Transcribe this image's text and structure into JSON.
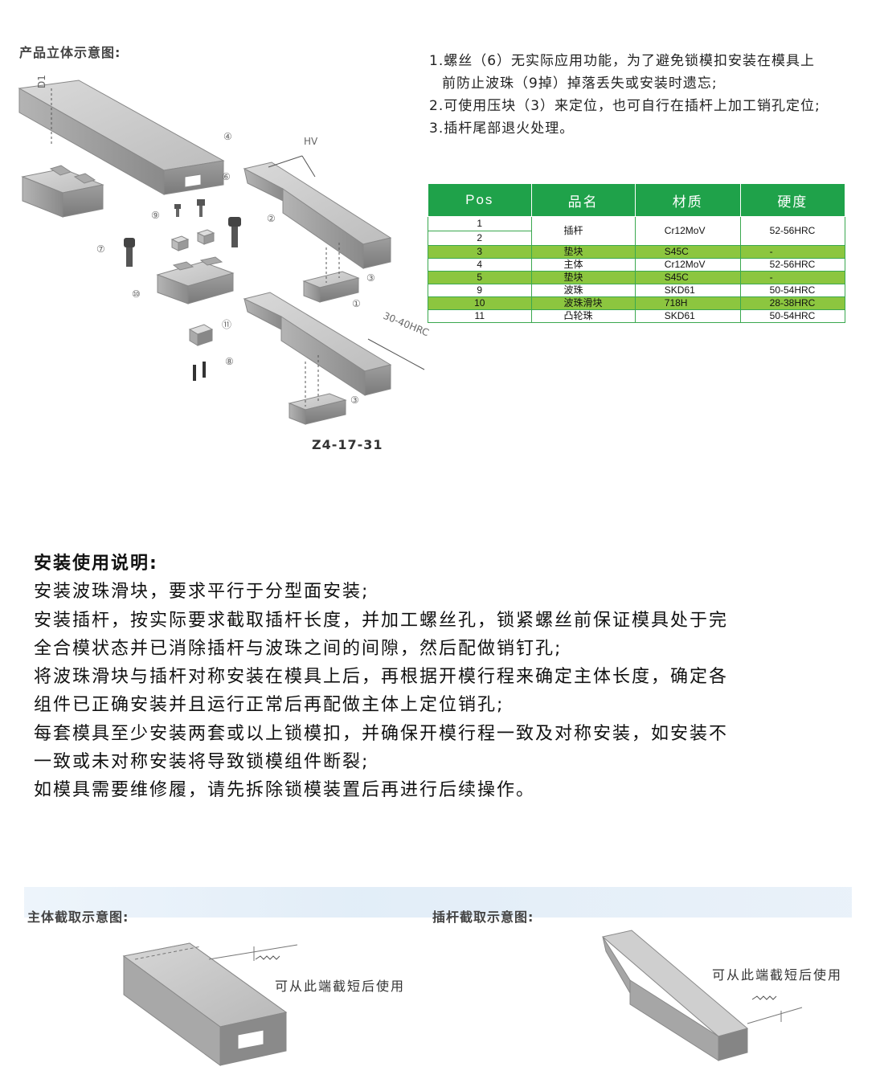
{
  "header": {
    "overview_label": "产品立体示意图:",
    "model_code": "Z4-17-31"
  },
  "notes": [
    "1.螺丝（6）无实际应用功能，为了避免锁模扣安装在模具上",
    "前防止波珠（9掉）掉落丢失或安装时遗忘;",
    "2.可使用压块（3）来定位，也可自行在插杆上加工销孔定位;",
    "3.插杆尾部退火处理。"
  ],
  "diagram": {
    "callouts": [
      "④",
      "⑥",
      "⑨",
      "②",
      "⑦",
      "⑩",
      "③",
      "①",
      "⑪",
      "⑧",
      "③"
    ],
    "dim_label_d": "D1",
    "dim_label_hv": "HV",
    "hardness_note": "30-40HRC"
  },
  "spec_table": {
    "headers": [
      "Pos",
      "品名",
      "材质",
      "硬度"
    ],
    "rows": [
      {
        "pos": "1",
        "name": "插杆",
        "material": "Cr12MoV",
        "hardness": "52-56HRC",
        "merged": true
      },
      {
        "pos": "2"
      },
      {
        "pos": "3",
        "name": "垫块",
        "material": "S45C",
        "hardness": "-",
        "green": true
      },
      {
        "pos": "4",
        "name": "主体",
        "material": "Cr12MoV",
        "hardness": "52-56HRC"
      },
      {
        "pos": "5",
        "name": "垫块",
        "material": "S45C",
        "hardness": "-",
        "green": true
      },
      {
        "pos": "9",
        "name": "波珠",
        "material": "SKD61",
        "hardness": "50-54HRC"
      },
      {
        "pos": "10",
        "name": "波珠滑块",
        "material": "718H",
        "hardness": "28-38HRC",
        "green": true
      },
      {
        "pos": "11",
        "name": "凸轮珠",
        "material": "SKD61",
        "hardness": "50-54HRC"
      }
    ]
  },
  "install": {
    "title": "安装使用说明:",
    "lines": [
      "安装波珠滑块，要求平行于分型面安装;",
      "安装插杆，按实际要求截取插杆长度，并加工螺丝孔，锁紧螺丝前保证模具处于完",
      "全合模状态并已消除插杆与波珠之间的间隙，然后配做销钉孔;",
      "将波珠滑块与插杆对称安装在模具上后，再根据开模行程来确定主体长度，确定各",
      "组件已正确安装并且运行正常后再配做主体上定位销孔;",
      "每套模具至少安装两套或以上锁模扣，并确保开模行程一致及对称安装，如安装不",
      "一致或未对称安装将导致锁模组件断裂;",
      "如模具需要维修履，请先拆除锁模装置后再进行后续操作。"
    ]
  },
  "cutting": {
    "body_label": "主体截取示意图:",
    "body_note": "可从此端截短后使用",
    "rod_label": "插杆截取示意图:",
    "rod_note": "可从此端截短后使用"
  },
  "colors": {
    "table_header": "#1fa24a",
    "table_highlight": "#8cc63f",
    "table_border": "#3aa84f"
  }
}
